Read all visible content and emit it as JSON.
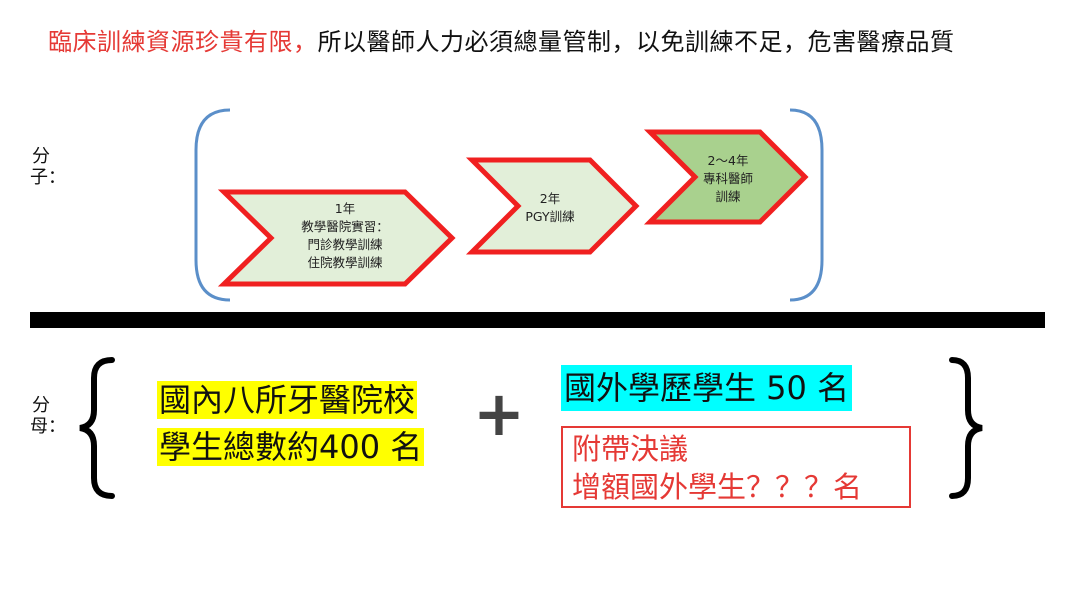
{
  "title": {
    "highlight": "臨床訓練資源珍貴有限，",
    "rest": "所以醫師人力必須總量管制，以免訓練不足，危害醫療品質"
  },
  "labels": {
    "numerator": "分子：",
    "denominator": "分母："
  },
  "stages": [
    {
      "line1": "1年",
      "line2": "教學醫院實習：",
      "line3": "門診教學訓練",
      "line4": "住院教學訓練"
    },
    {
      "line1": "2年",
      "line2": "PGY訓練"
    },
    {
      "line1": "2～4年",
      "line2": "專科醫師",
      "line3": "訓練"
    }
  ],
  "denominator": {
    "domestic_line1": "國內八所牙醫院校",
    "domestic_line2": "學生總數約400 名",
    "plus": "+",
    "foreign": "國外學歷學生 50 名",
    "resolution_line1": "附帶決議",
    "resolution_line2": "增額國外學生？？？名"
  },
  "colors": {
    "accent_red": "#e53935",
    "arrow_fill_light": "#e2efd9",
    "arrow_fill_dark": "#a9d18e",
    "bracket_blue": "#5b8fc9",
    "highlight_yellow": "#ffff00",
    "highlight_cyan": "#00ffff"
  }
}
